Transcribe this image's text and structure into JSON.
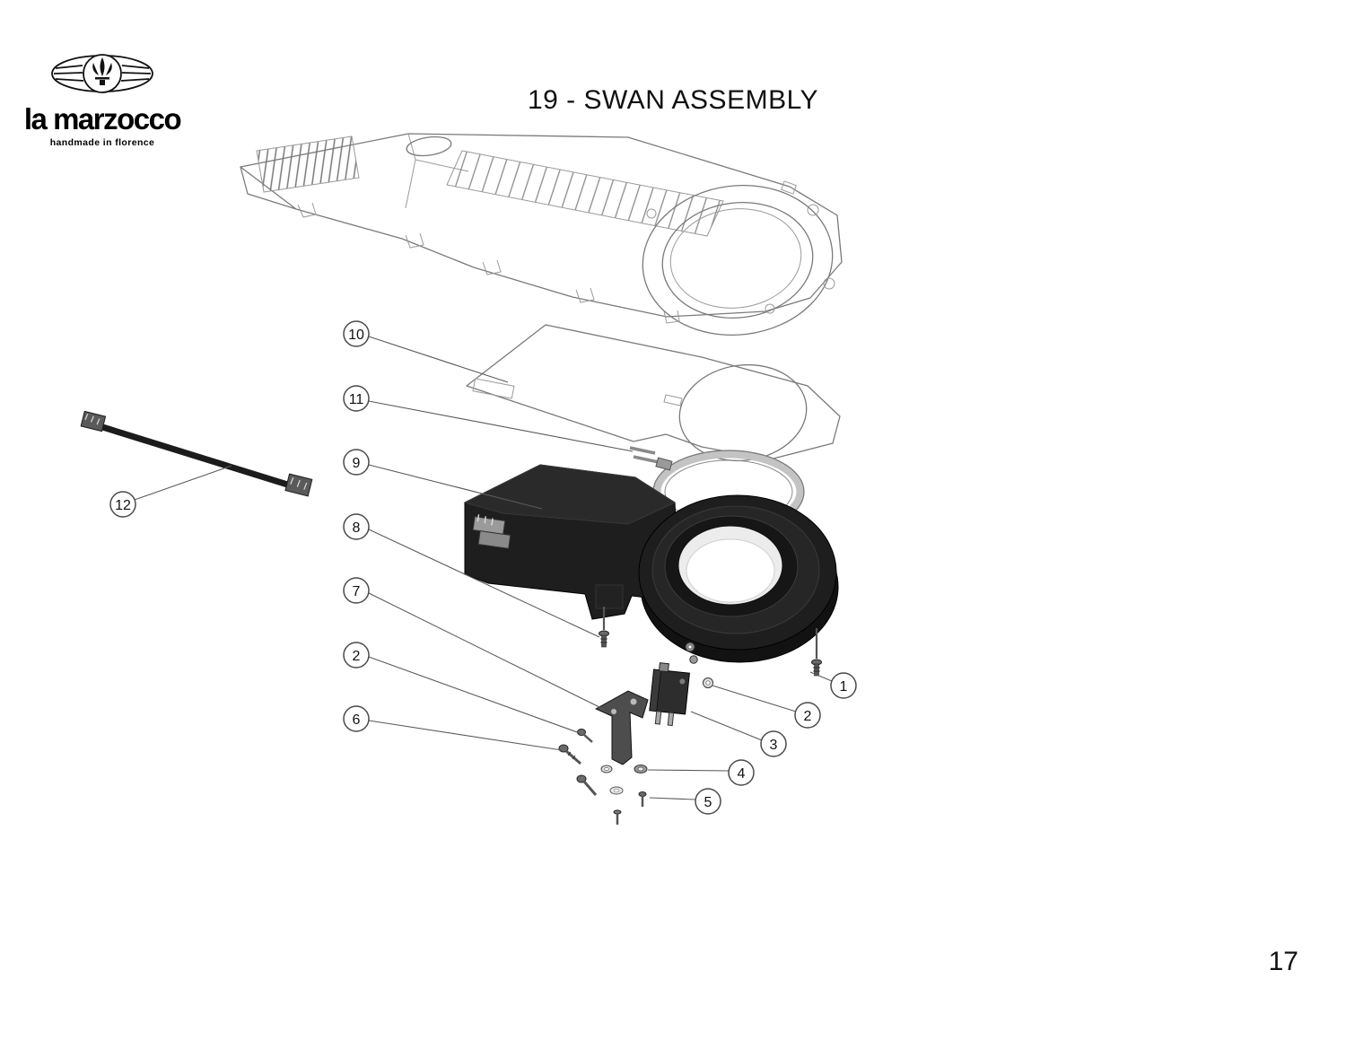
{
  "page": {
    "title": "19 - SWAN ASSEMBLY",
    "page_number": "17"
  },
  "logo": {
    "name": "la marzocco",
    "tagline": "handmade in florence"
  },
  "callouts": [
    {
      "label": "10"
    },
    {
      "label": "11"
    },
    {
      "label": "9"
    },
    {
      "label": "8"
    },
    {
      "label": "7"
    },
    {
      "label": "2"
    },
    {
      "label": "6"
    },
    {
      "label": "12"
    },
    {
      "label": "1"
    },
    {
      "label": "2"
    },
    {
      "label": "3"
    },
    {
      "label": "4"
    },
    {
      "label": "5"
    }
  ]
}
